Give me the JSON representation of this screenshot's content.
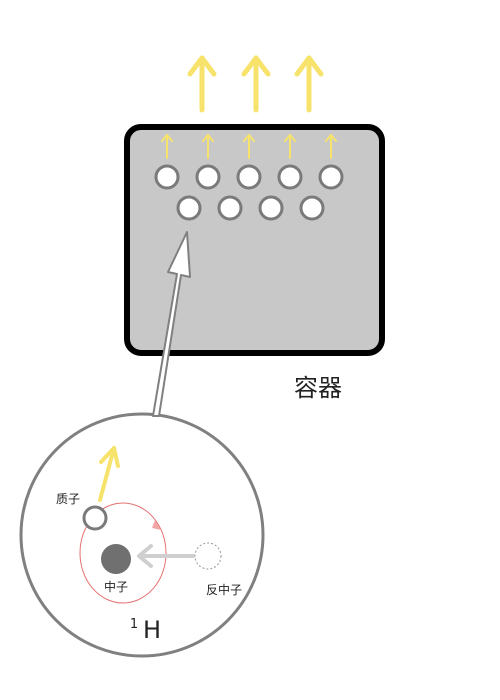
{
  "labels": {
    "container": "容器",
    "proton": "质子",
    "neutron": "中子",
    "antineutron": "反中子",
    "nucleus_mass_number": "1",
    "nucleus_symbol": "H"
  },
  "colors": {
    "container_fill": "#c8c8c8",
    "container_border": "#000000",
    "spin_arrow": "#f7e36b",
    "proton_ring": "#7a7a7a",
    "neutron_fill": "#707070",
    "orbit": "#e57373",
    "antineutron_arrow": "#cfcfcf",
    "zoom_circle": "#808080"
  },
  "icons": {
    "spin": "up-arrow-icon",
    "proton": "hollow-circle-icon",
    "neutron": "filled-circle-icon",
    "antineutron": "dashed-circle-icon"
  }
}
